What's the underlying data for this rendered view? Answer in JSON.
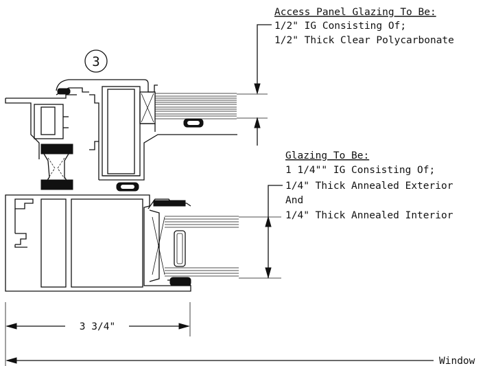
{
  "detail_tag": "3",
  "access_panel_note": {
    "heading": "Access Panel Glazing To Be:",
    "line1": "1/2\" IG Consisting Of;",
    "line2": "1/2\" Thick Clear Polycarbonate"
  },
  "glazing_note": {
    "heading": "Glazing To Be:",
    "line1": "1 1/4\"\" IG Consisting Of;",
    "line2": "1/4\" Thick Annealed Exterior",
    "line3": "And",
    "line4": "1/4\" Thick Annealed Interior"
  },
  "dimension_label": "3 3/4\"",
  "window_label": "Window"
}
